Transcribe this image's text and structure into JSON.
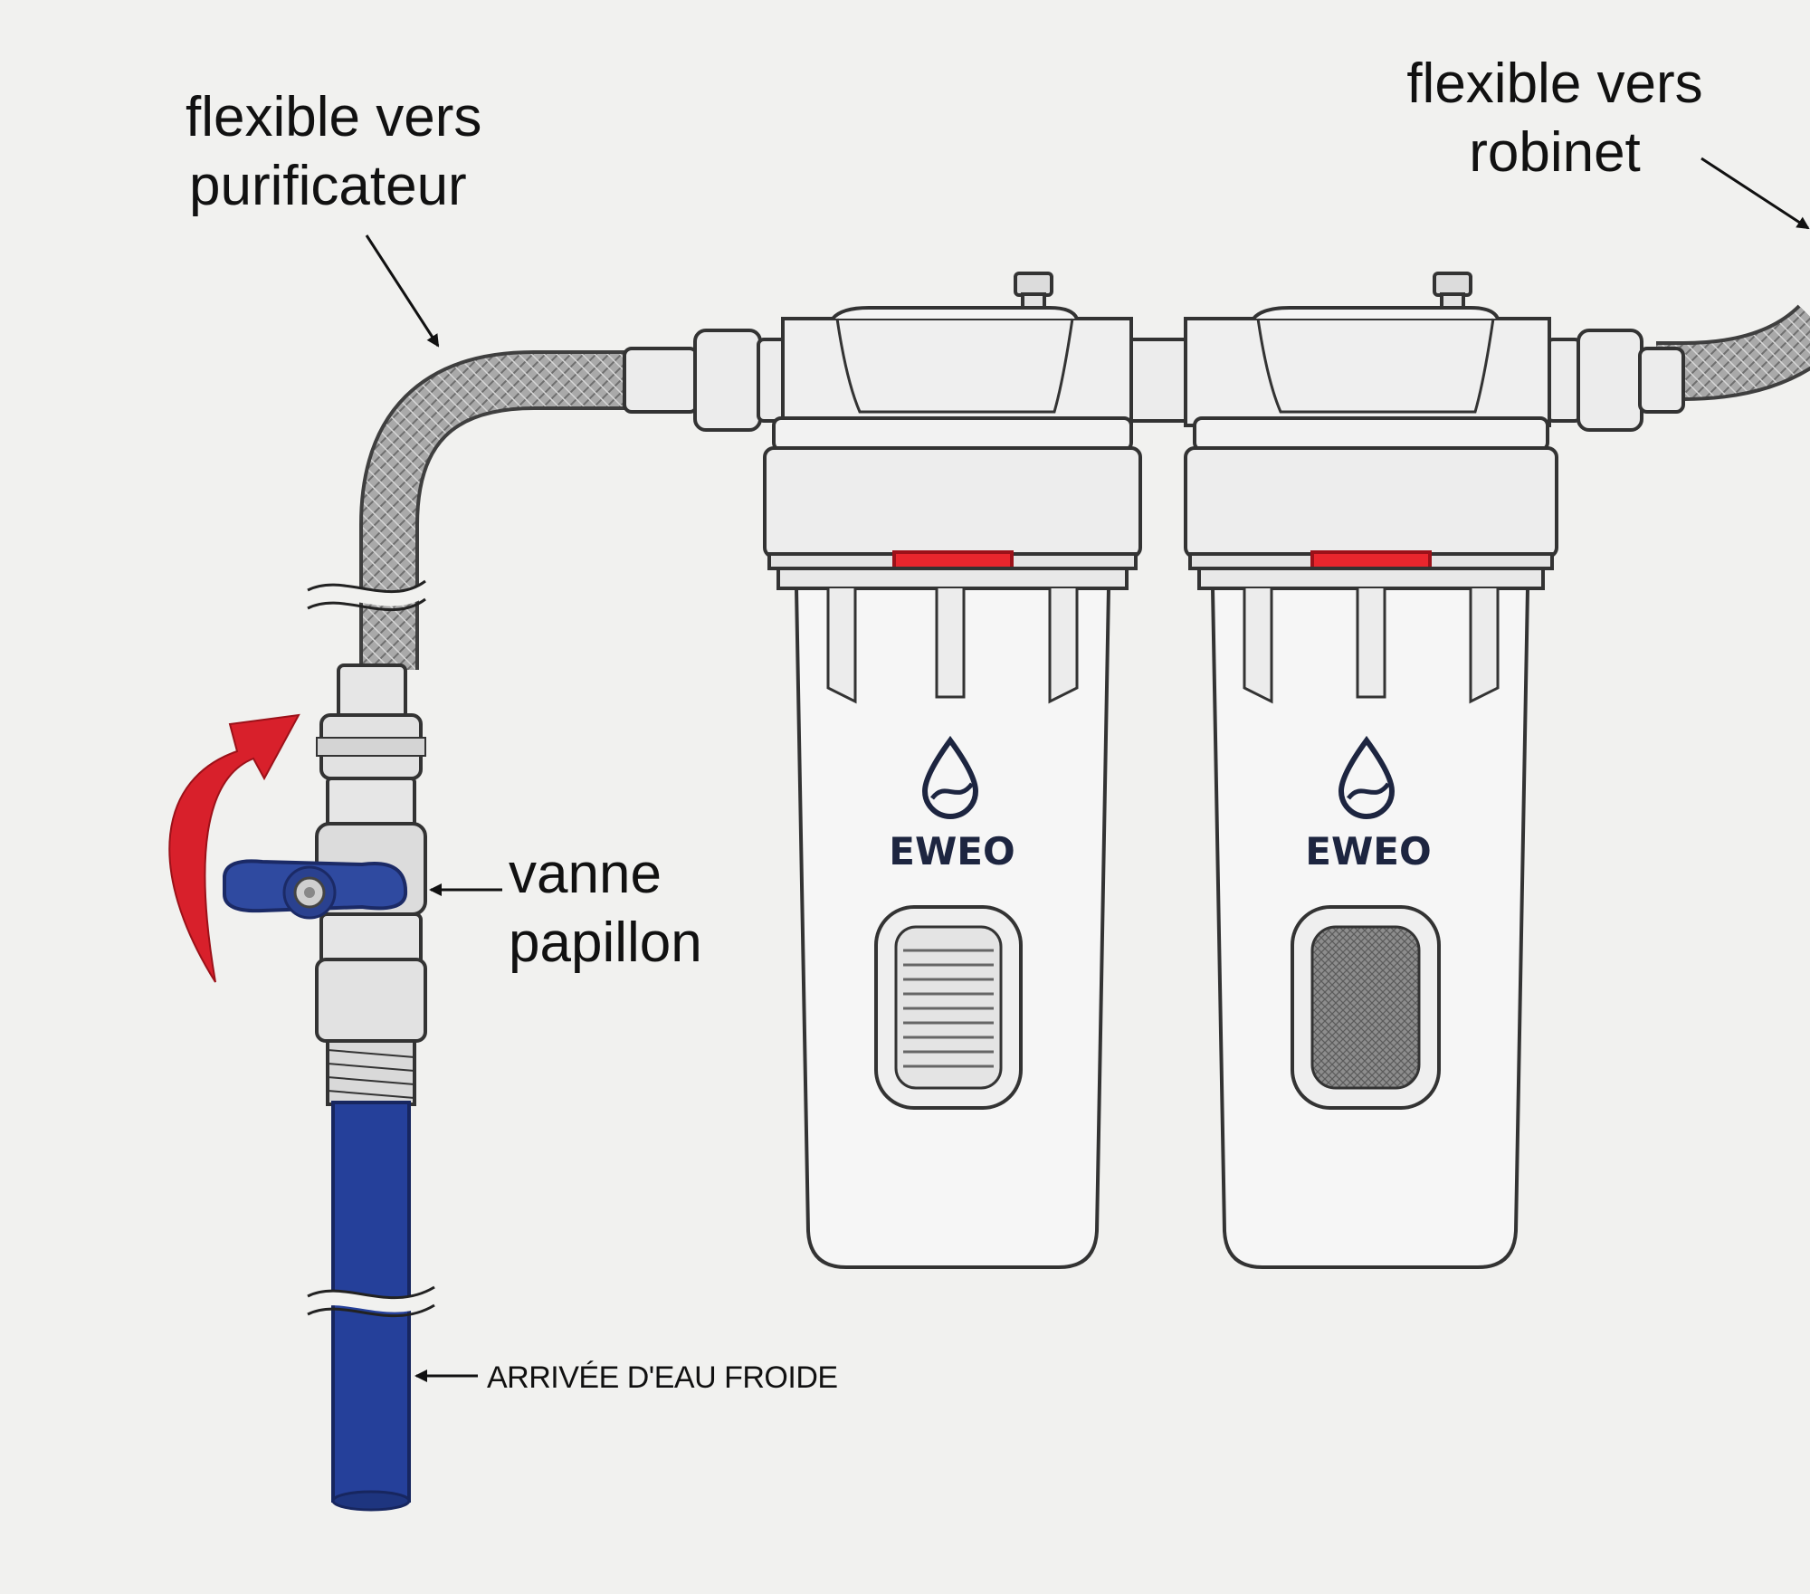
{
  "labels": {
    "hose_to_purifier": [
      "flexible vers",
      "purificateur"
    ],
    "hose_to_faucet": [
      "flexible vers",
      "robinet"
    ],
    "butterfly_valve": [
      "vanne",
      "papillon"
    ],
    "cold_water_inlet": "ARRIVÉE D'EAU FROIDE"
  },
  "filters": [
    {
      "brand": "EWEO",
      "icon": "water-drop-icon",
      "cartridge": "pleated"
    },
    {
      "brand": "EWEO",
      "icon": "water-drop-icon",
      "cartridge": "mesh"
    }
  ],
  "colors": {
    "background": "#f1f1ef",
    "pipe_blue": "#25409a",
    "valve_handle_blue": "#2f4aa0",
    "arrow_red": "#d8202b",
    "clip_red": "#e8262d",
    "brand_text": "#1d2540",
    "outline": "#333333"
  },
  "icons": {
    "rotation_arrow": "curved-arrow-icon",
    "pointer_arrow": "arrow-icon"
  }
}
